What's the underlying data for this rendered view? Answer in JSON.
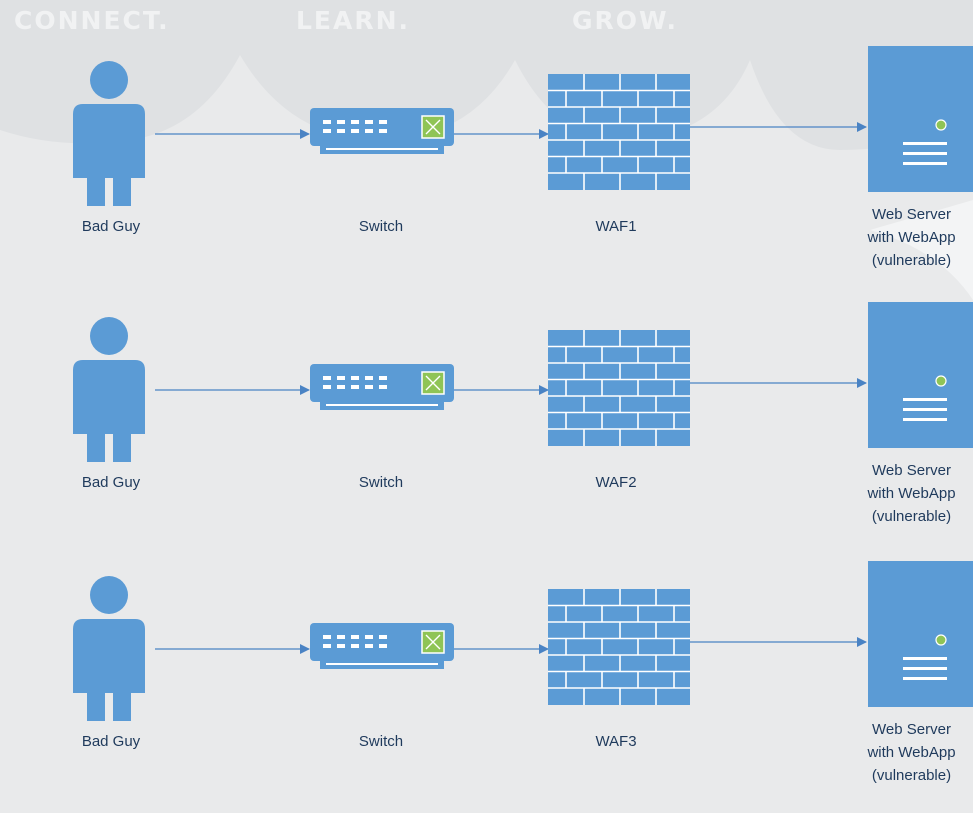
{
  "watermark": {
    "word1": "CONNECT.",
    "word2": "LEARN.",
    "word3": "GROW."
  },
  "colors": {
    "icon_blue": "#5b9bd5",
    "switch_accent": "#8fc456",
    "arrow": "#4a83c4",
    "label_text": "#1f3a5c"
  },
  "rows": [
    {
      "person_label": "Bad Guy",
      "switch_label": "Switch",
      "waf_label": "WAF1",
      "server_line1": "Web Server",
      "server_line2": "with WebApp",
      "server_line3": "(vulnerable)"
    },
    {
      "person_label": "Bad Guy",
      "switch_label": "Switch",
      "waf_label": "WAF2",
      "server_line1": "Web Server",
      "server_line2": "with WebApp",
      "server_line3": "(vulnerable)"
    },
    {
      "person_label": "Bad Guy",
      "switch_label": "Switch",
      "waf_label": "WAF3",
      "server_line1": "Web Server",
      "server_line2": "with WebApp",
      "server_line3": "(vulnerable)"
    }
  ]
}
